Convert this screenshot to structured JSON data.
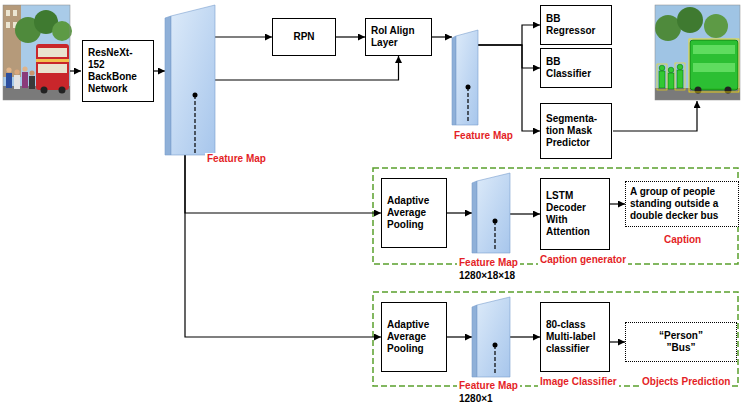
{
  "diagram": {
    "nodes": [
      {
        "text": [
          "ResNeXt-152 BackBone Network"
        ]
      },
      {
        "text": [
          "Feature Map"
        ]
      },
      {
        "text": [
          "RPN"
        ]
      },
      {
        "text": [
          "RoI Align Layer"
        ]
      },
      {
        "text": [
          "Feature Map"
        ]
      },
      {
        "text": [
          "BB Regressor"
        ]
      },
      {
        "text": [
          "BB Classifier"
        ]
      },
      {
        "text": [
          "Segmenta- tion Mask Predictor"
        ]
      },
      {
        "text": [
          "Adaptive Average Pooling"
        ]
      },
      {
        "text": [
          "Feature Map",
          "1280×18×18"
        ]
      },
      {
        "text": [
          "LSTM Decoder With Attention"
        ]
      },
      {
        "text": [
          "A group of people standing outside a double decker bus"
        ]
      },
      {
        "text": [
          "Adaptive Average Pooling"
        ]
      },
      {
        "text": [
          "Feature Map",
          "1280×1"
        ]
      },
      {
        "text": [
          "80-class Multi-label classifier"
        ]
      },
      {
        "text": [
          "“Person”",
          "”Bus”"
        ]
      }
    ],
    "edges": [
      {
        "from": 0,
        "to": 1,
        "arrow": "to"
      },
      {
        "from": 1,
        "to": 2,
        "arrow": "to"
      },
      {
        "from": 2,
        "to": 3,
        "arrow": "to"
      },
      {
        "from": 1,
        "to": 3,
        "arrow": "to"
      },
      {
        "from": 3,
        "to": 4,
        "arrow": "to"
      },
      {
        "from": 4,
        "to": 5,
        "arrow": "to"
      },
      {
        "from": 4,
        "to": 6,
        "arrow": "to"
      },
      {
        "from": 4,
        "to": 7,
        "arrow": "to"
      },
      {
        "from": 1,
        "to": 8,
        "arrow": "to"
      },
      {
        "from": 8,
        "to": 9,
        "arrow": "to"
      },
      {
        "from": 9,
        "to": 10,
        "arrow": "to"
      },
      {
        "from": 10,
        "to": 11,
        "arrow": "to"
      },
      {
        "from": 1,
        "to": 12,
        "arrow": "to"
      },
      {
        "from": 12,
        "to": 13,
        "arrow": "to"
      },
      {
        "from": 13,
        "to": 14,
        "arrow": "to"
      },
      {
        "from": 14,
        "to": 15,
        "arrow": "to"
      }
    ],
    "labels": [
      "Caption",
      "Caption generator",
      "Objects Prediction",
      "Image Classifier"
    ]
  }
}
